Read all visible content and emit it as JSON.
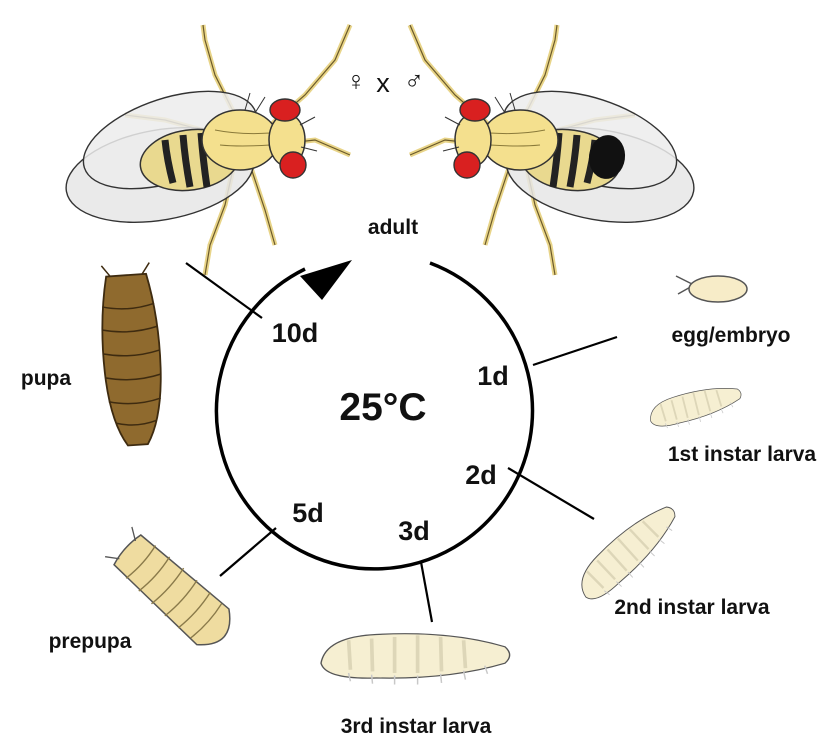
{
  "center": {
    "temperature": "25°C"
  },
  "mating": {
    "female": "♀",
    "cross": "x",
    "male": "♂"
  },
  "days": {
    "d1": "1d",
    "d2": "2d",
    "d3": "3d",
    "d5": "5d",
    "d10": "10d"
  },
  "stages": {
    "adult": "adult",
    "egg": "egg/embryo",
    "larva1": "1st instar larva",
    "larva2": "2nd instar larva",
    "larva3": "3rd instar larva",
    "prepupa": "prepupa",
    "pupa": "pupa"
  },
  "colors": {
    "ring": "#000000",
    "fly_body": "#f2dc8c",
    "fly_eye": "#d92020",
    "fly_wing": "#e6e6e6",
    "egg": "#f7ecc8",
    "larva": "#f6efd2",
    "prepupa": "#efdca0",
    "pupa": "#8f6a2e"
  }
}
